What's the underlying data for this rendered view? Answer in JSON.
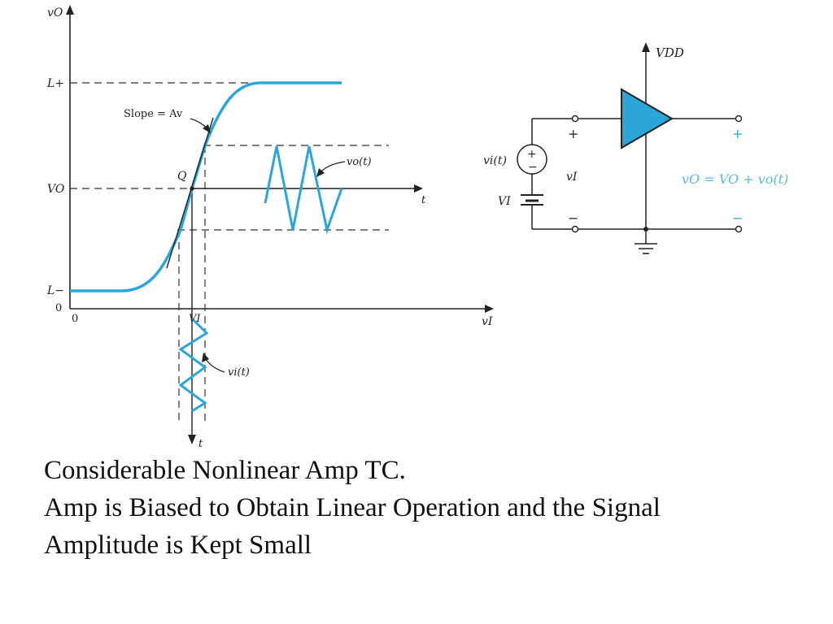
{
  "colors": {
    "accent": "#2aa6d8",
    "ink": "#222222"
  },
  "transfer_plot": {
    "y_axis_label": "vO",
    "x_axis_label": "vI",
    "origin_x_label": "0",
    "origin_y_label": "0",
    "level_high_label": "L+",
    "level_quiescent_label": "VO",
    "level_low_label": "L−",
    "slope_label": "Slope = Av",
    "q_point_label": "Q",
    "bias_input_label": "VI",
    "output_signal_label": "vo(t)",
    "input_signal_label": "vi(t)",
    "time_axis_label_output": "t",
    "time_axis_label_input": "t"
  },
  "circuit": {
    "supply_label": "VDD",
    "source_label": "vi(t)",
    "source_plus": "+",
    "source_minus": "−",
    "bias_label": "VI",
    "input_node_label": "vI",
    "input_plus": "+",
    "input_minus": "−",
    "output_plus": "+",
    "output_minus": "−",
    "output_expression": "vO = VO + vo(t)"
  },
  "caption": {
    "line1": "Considerable Nonlinear Amp TC.",
    "line2": "Amp is Biased to Obtain Linear Operation and the Signal",
    "line3": "Amplitude is Kept Small"
  }
}
